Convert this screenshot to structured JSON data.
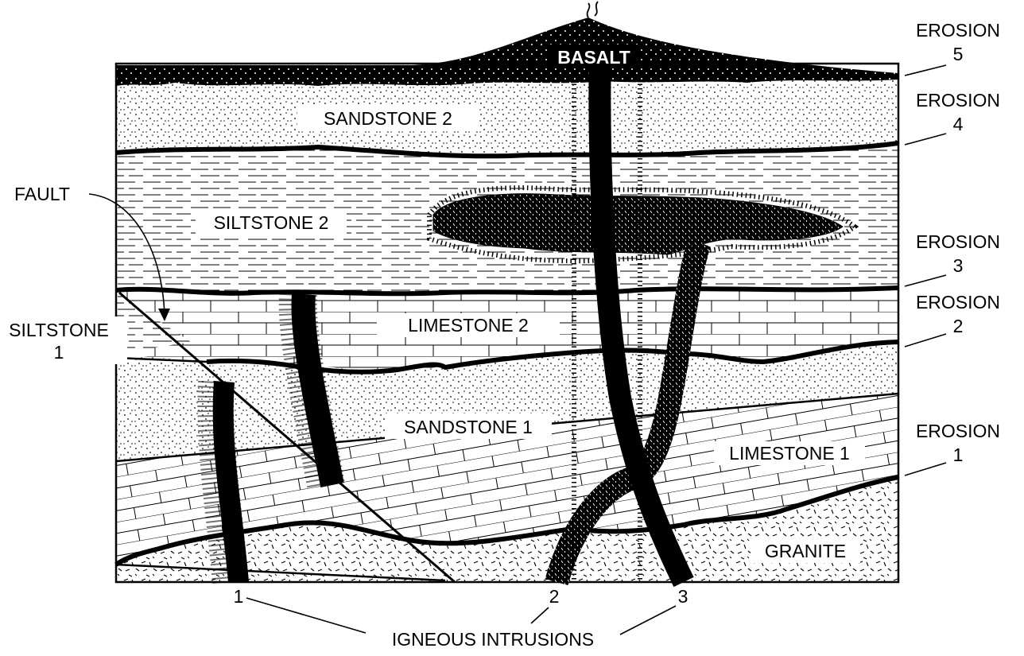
{
  "layers": {
    "basalt": "BASALT",
    "sandstone_2": "SANDSTONE 2",
    "siltstone_2": "SILTSTONE 2",
    "limestone_2": "LIMESTONE 2",
    "siltstone_1_line1": "SILTSTONE",
    "siltstone_1_line2": "1",
    "sandstone_1": "SANDSTONE 1",
    "limestone_1": "LIMESTONE 1",
    "granite": "GRANITE"
  },
  "fault": {
    "label": "FAULT"
  },
  "erosion": [
    {
      "word": "EROSION",
      "number": "5"
    },
    {
      "word": "EROSION",
      "number": "4"
    },
    {
      "word": "EROSION",
      "number": "3"
    },
    {
      "word": "EROSION",
      "number": "2"
    },
    {
      "word": "EROSION",
      "number": "1"
    }
  ],
  "intrusions": {
    "label": "IGNEOUS INTRUSIONS",
    "numbers": [
      "1",
      "2",
      "3"
    ]
  }
}
